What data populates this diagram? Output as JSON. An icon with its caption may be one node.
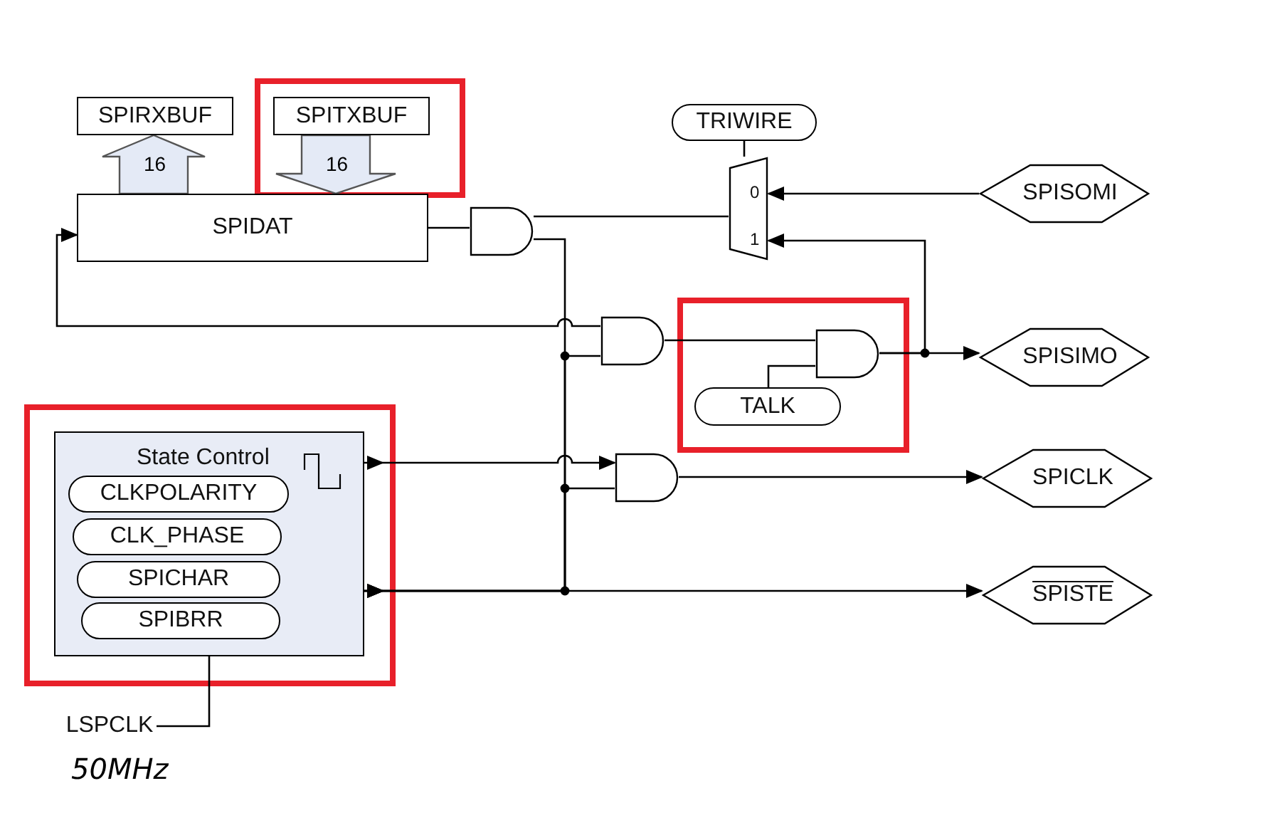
{
  "diagram": {
    "nodes": [
      {
        "text": [
          "SPIRXBUF"
        ]
      },
      {
        "text": [
          "SPITXBUF"
        ]
      },
      {
        "text": [
          "SPIDAT"
        ]
      },
      {
        "text": [
          "TRIWIRE"
        ]
      },
      {
        "text": [
          "0",
          "1"
        ]
      },
      {
        "text": [
          "SPISOMI"
        ]
      },
      {
        "text": [],
        "shape": "gate"
      },
      {
        "text": [],
        "shape": "gate"
      },
      {
        "text": [],
        "shape": "gate"
      },
      {
        "text": [
          "TALK"
        ]
      },
      {
        "text": [
          "SPISIMO"
        ]
      },
      {
        "text": [
          "State Control"
        ]
      },
      {
        "text": [
          "CLKPOLARITY"
        ],
        "in": 11
      },
      {
        "text": [
          "CLK_PHASE"
        ],
        "in": 11
      },
      {
        "text": [
          "SPICHAR"
        ],
        "in": 11
      },
      {
        "text": [
          "SPIBRR"
        ],
        "in": 11
      },
      {
        "text": [],
        "shape": "gate"
      },
      {
        "text": [
          "SPICLK"
        ]
      },
      {
        "text": [
          "SPISTE"
        ]
      },
      {
        "text": [
          "LSPCLK"
        ],
        "beside": [
          "50MHz"
        ]
      }
    ],
    "edges": [
      {
        "from": 2,
        "to": 0,
        "arrow": "to",
        "label": "16"
      },
      {
        "from": 1,
        "to": 2,
        "arrow": "to",
        "label": "16"
      },
      {
        "from": 2,
        "to": 6,
        "arrow": "none"
      },
      {
        "from": 4,
        "to": 6,
        "arrow": "none"
      },
      {
        "from": 7,
        "to": 2,
        "arrow": "to"
      },
      {
        "from": 11,
        "to": 18,
        "arrow": "to"
      },
      {
        "from": 11,
        "to": 6,
        "arrow": "to"
      },
      {
        "from": 11,
        "to": 7,
        "arrow": "to"
      },
      {
        "from": 11,
        "to": 16,
        "arrow": "to"
      },
      {
        "from": 11,
        "to": 16,
        "arrow": "to"
      },
      {
        "from": 16,
        "to": 17,
        "arrow": "to"
      },
      {
        "from": 7,
        "to": 8,
        "arrow": "none"
      },
      {
        "from": 9,
        "to": 8,
        "arrow": "none"
      },
      {
        "from": 8,
        "to": 10,
        "arrow": "to"
      },
      {
        "from": 8,
        "to": 4,
        "arrow": "to"
      },
      {
        "from": 5,
        "to": 4,
        "arrow": "to"
      },
      {
        "from": 3,
        "to": 4,
        "arrow": "none"
      },
      {
        "from": 19,
        "to": 11,
        "arrow": "none"
      }
    ]
  }
}
